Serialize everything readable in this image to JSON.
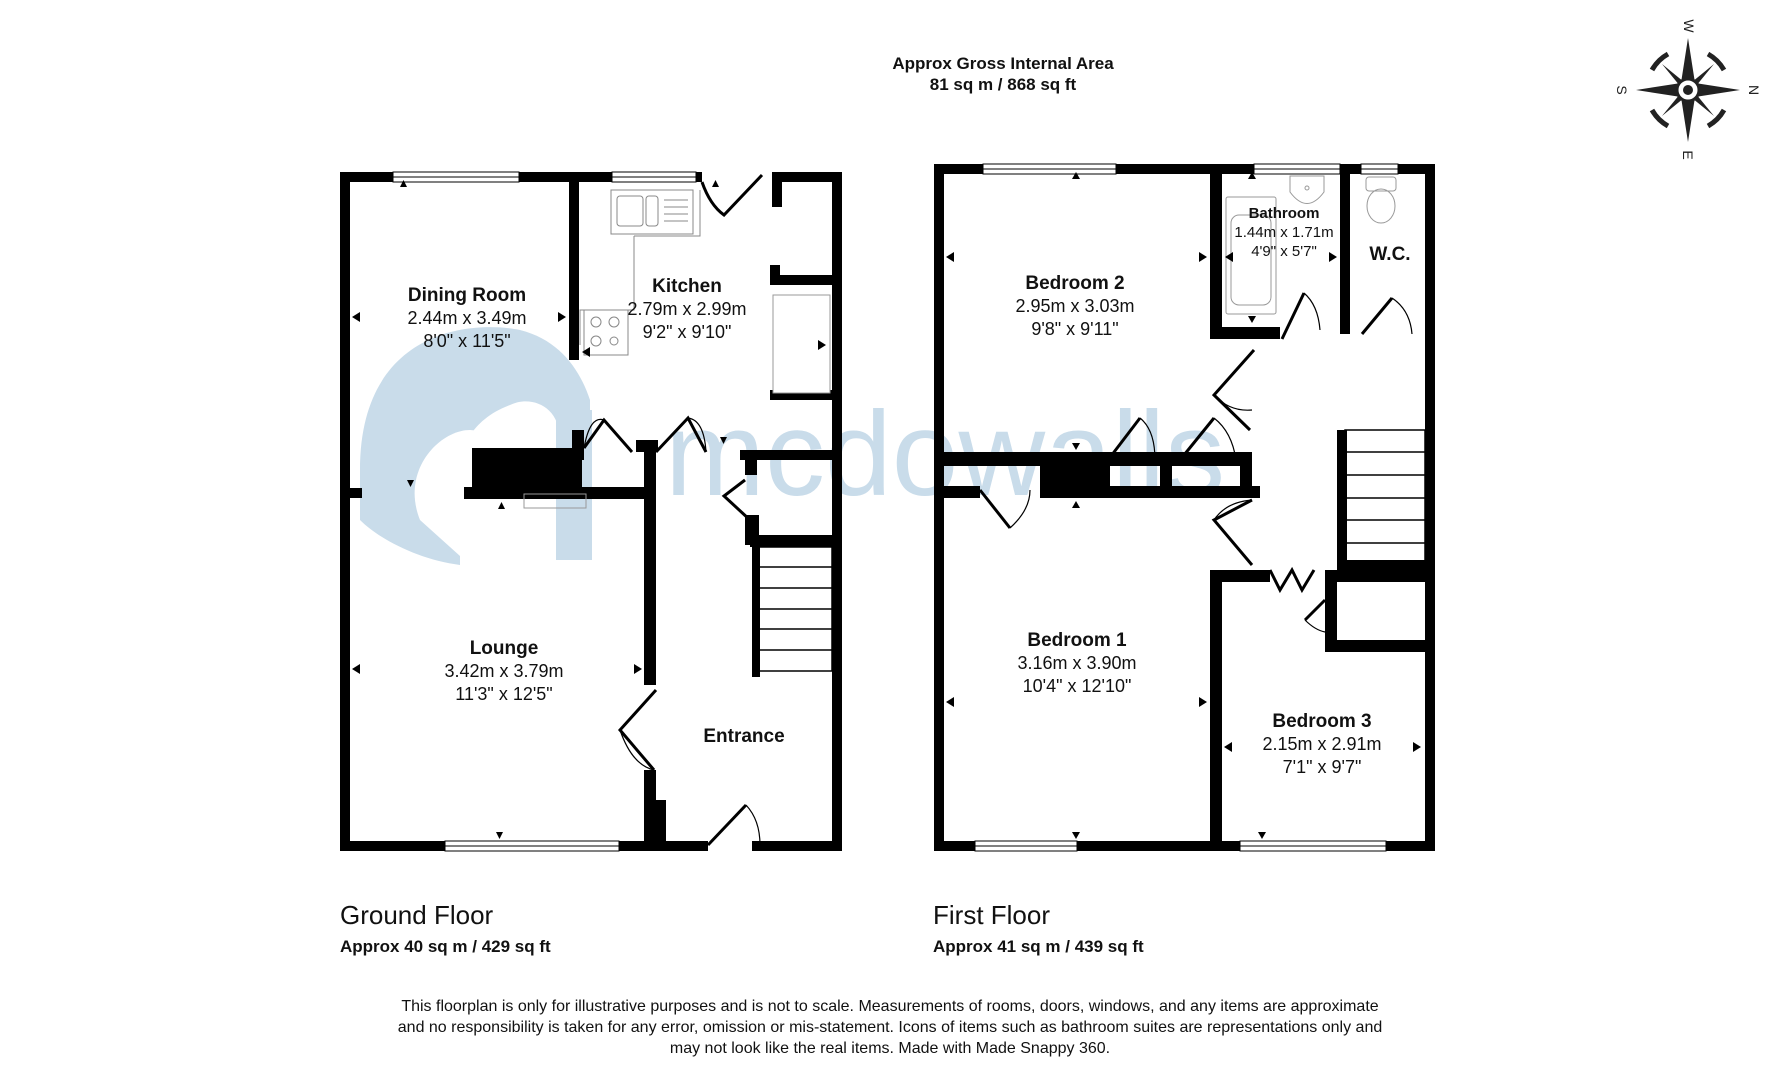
{
  "header": {
    "title_line1": "Approx Gross Internal Area",
    "title_line2": "81 sq m / 868 sq ft"
  },
  "compass": {
    "labels": {
      "top": "W",
      "right": "N",
      "bottom": "E",
      "left": "S"
    }
  },
  "watermark": {
    "text": "mcdowalls",
    "color": "#c9dcea"
  },
  "ground_floor": {
    "label": "Ground Floor",
    "area": "Approx 40 sq m / 429 sq ft",
    "rooms": [
      {
        "name": "Dining Room",
        "metric": "2.44m x 3.49m",
        "imperial": "8'0\" x 11'5\""
      },
      {
        "name": "Kitchen",
        "metric": "2.79m x 2.99m",
        "imperial": "9'2\" x 9'10\""
      },
      {
        "name": "Lounge",
        "metric": "3.42m x 3.79m",
        "imperial": "11'3\" x 12'5\""
      },
      {
        "name": "Entrance"
      }
    ]
  },
  "first_floor": {
    "label": "First Floor",
    "area": "Approx 41 sq m / 439 sq ft",
    "rooms": [
      {
        "name": "Bedroom 2",
        "metric": "2.95m x 3.03m",
        "imperial": "9'8\" x 9'11\""
      },
      {
        "name": "Bathroom",
        "metric": "1.44m x 1.71m",
        "imperial": "4'9\" x 5'7\""
      },
      {
        "name": "W.C."
      },
      {
        "name": "Bedroom 1",
        "metric": "3.16m x 3.90m",
        "imperial": "10'4\" x 12'10\""
      },
      {
        "name": "Bedroom 3",
        "metric": "2.15m x 2.91m",
        "imperial": "7'1\" x 9'7\""
      }
    ]
  },
  "disclaimer": {
    "line1": "This floorplan is only for illustrative purposes and is not to scale. Measurements of rooms, doors, windows, and any items are approximate",
    "line2": "and no responsibility is taken for any error, omission or mis-statement. Icons of items such as bathroom suites are representations only and",
    "line3": "may not look like the real items. Made with Made Snappy 360."
  }
}
